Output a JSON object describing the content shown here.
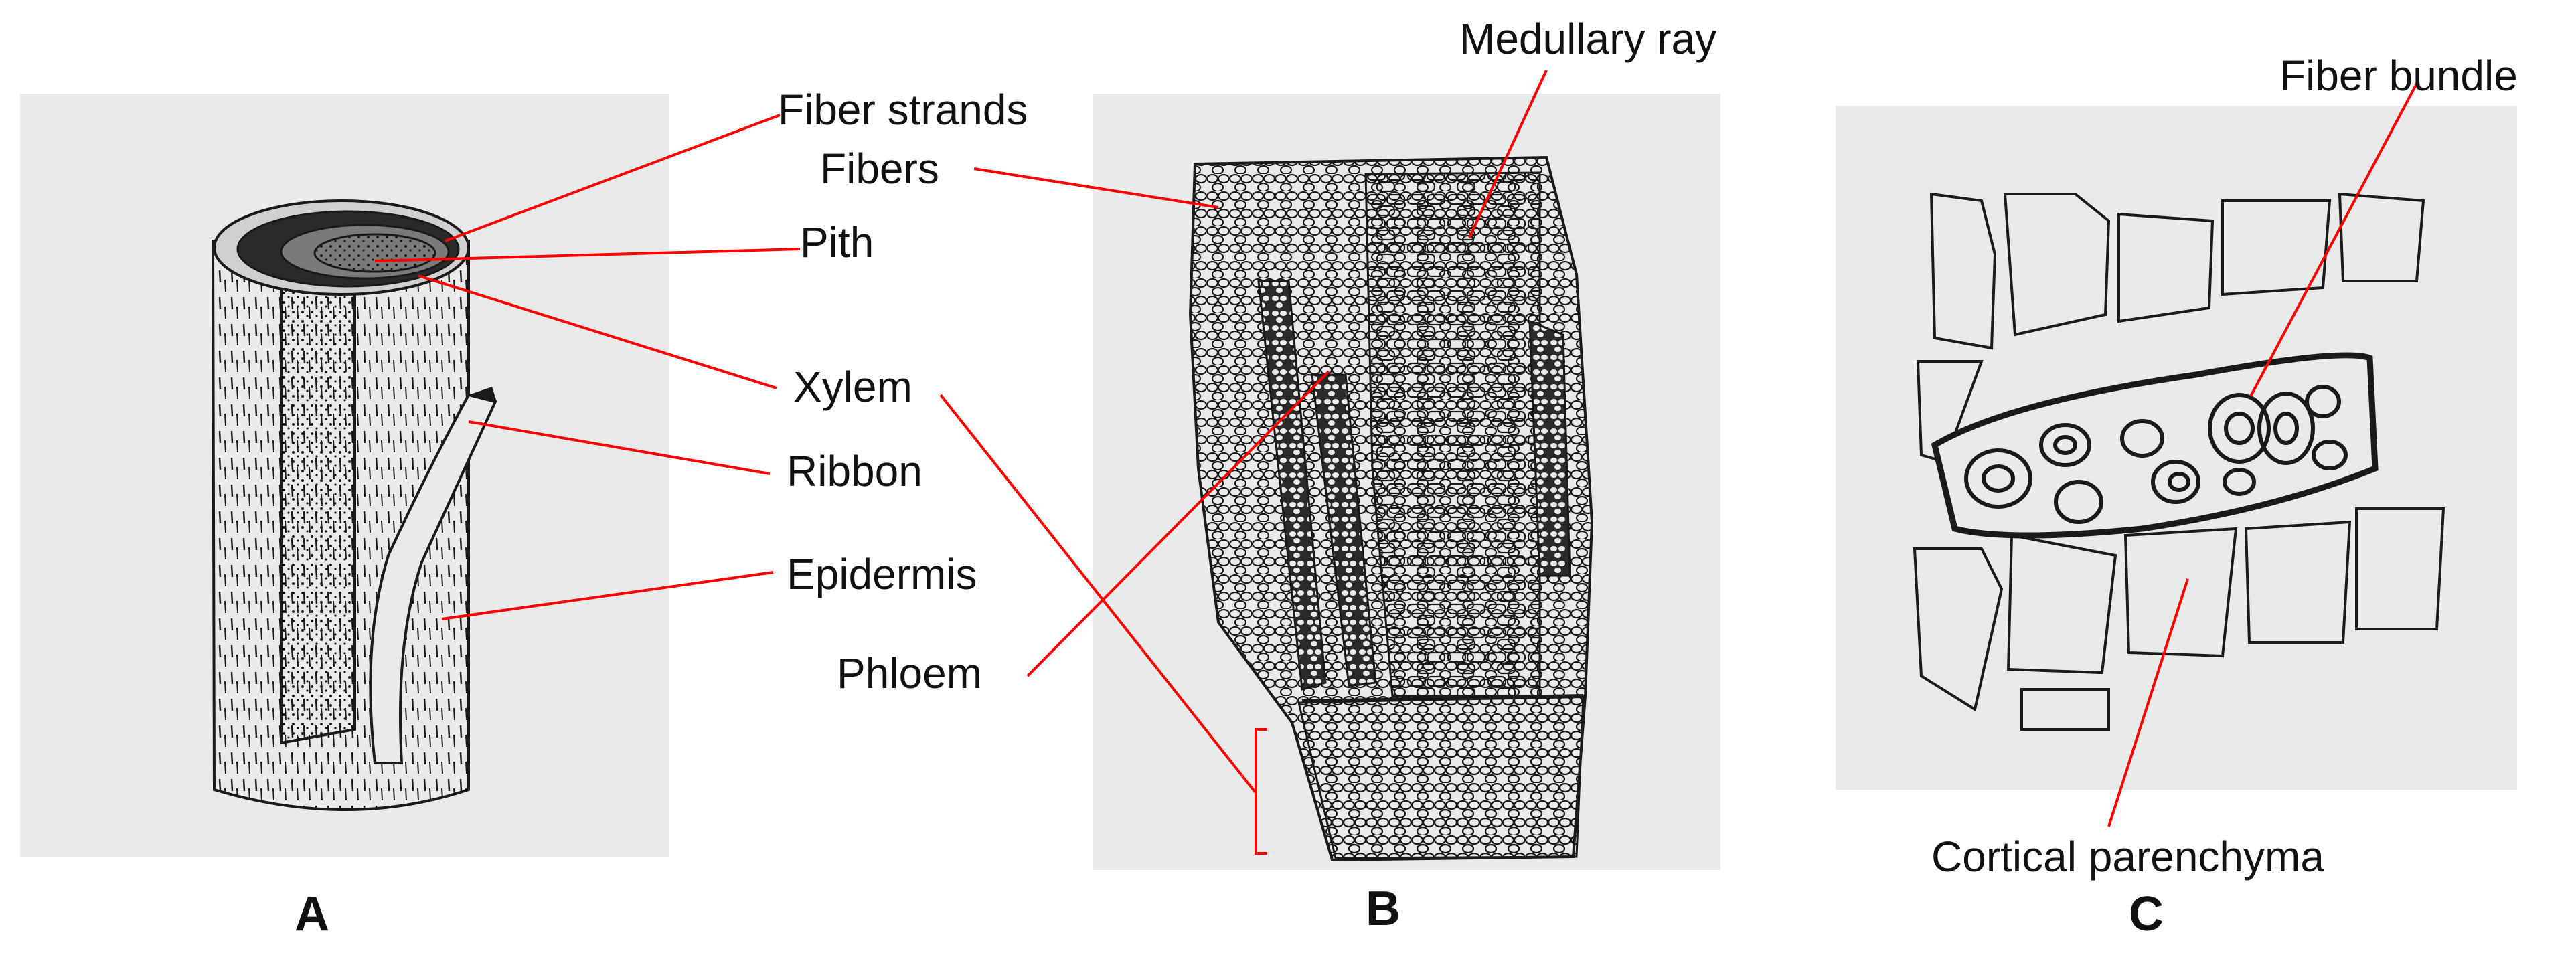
{
  "colors": {
    "paper": "#e9ebea",
    "ink": "#1a1a1a",
    "leader": "#ff0000",
    "label": "#111111"
  },
  "panels": {
    "a": {
      "letter": "A",
      "labels": {
        "fiber_strands": "Fiber strands",
        "pith": "Pith",
        "xylem": "Xylem",
        "ribbon": "Ribbon",
        "epidermis": "Epidermis"
      }
    },
    "b": {
      "letter": "B",
      "labels": {
        "medullary_ray": "Medullary ray",
        "fibers": "Fibers",
        "phloem": "Phloem"
      }
    },
    "c": {
      "letter": "C",
      "labels": {
        "fiber_bundle": "Fiber bundle",
        "cortical_parenchyma": "Cortical parenchyma"
      }
    }
  }
}
